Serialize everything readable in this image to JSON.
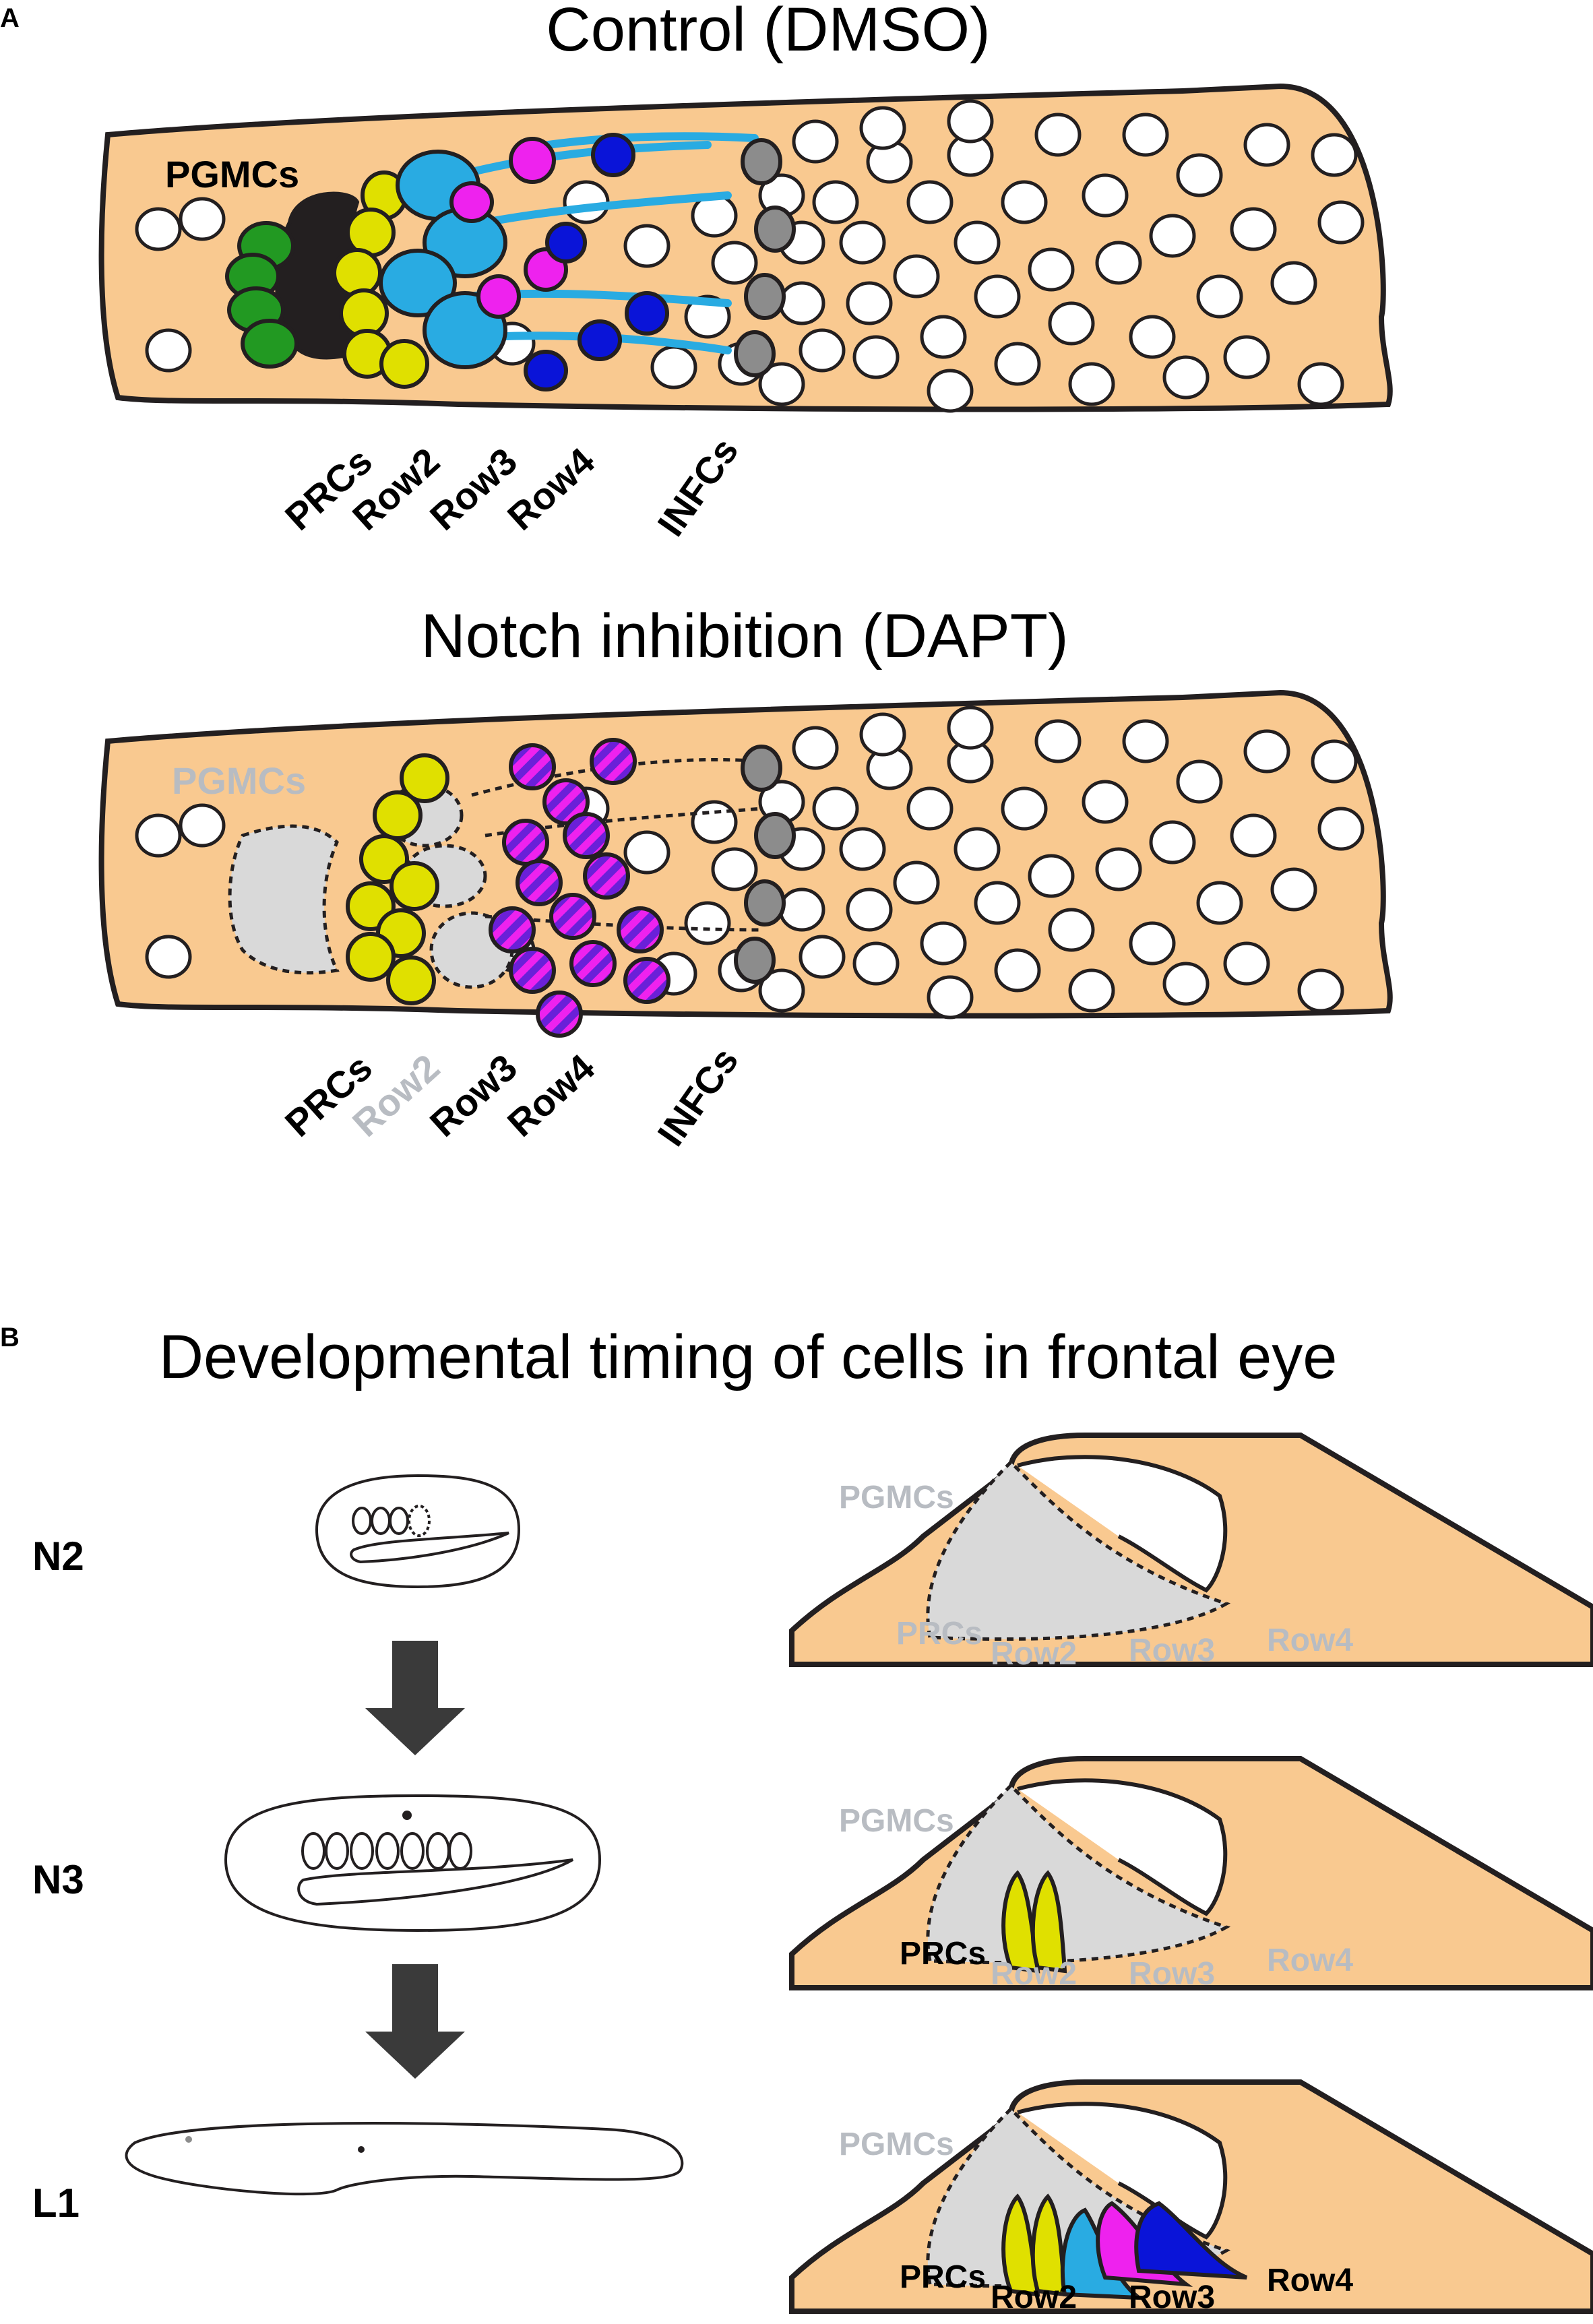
{
  "panel_a": {
    "letter": "A",
    "control": {
      "title": "Control (DMSO)",
      "pgmc_label": "PGMCs",
      "row_labels": [
        "PRCs",
        "Row2",
        "Row3",
        "Row4",
        "INFCs"
      ]
    },
    "dapt": {
      "title": "Notch inhibition (DAPT)",
      "pgmc_label": "PGMCs",
      "row_labels": [
        "PRCs",
        "Row2",
        "Row3",
        "Row4",
        "INFCs"
      ]
    }
  },
  "panel_b": {
    "letter": "B",
    "title": "Developmental timing of cells in frontal eye",
    "stages": [
      {
        "name": "N2",
        "labels": [
          "PGMCs",
          "PRCs",
          "Row2",
          "Row3",
          "Row4"
        ]
      },
      {
        "name": "N3",
        "labels": [
          "PGMCs",
          "PRCs",
          "Row2",
          "Row3",
          "Row4"
        ]
      },
      {
        "name": "L1",
        "labels": [
          "PGMCs",
          "PRCs",
          "Row2",
          "Row3",
          "Row4"
        ]
      }
    ]
  },
  "colors": {
    "tissue": "#f9c990",
    "prc": "#e0e000",
    "row2": "#29abe2",
    "row3": "#ee22ee",
    "row4": "#0a14d8",
    "pgmc_green": "#229922",
    "pgmc_black": "#231f20",
    "inhibited_grey": "#d9d9d9",
    "faded_label": "#b8bcc2"
  }
}
